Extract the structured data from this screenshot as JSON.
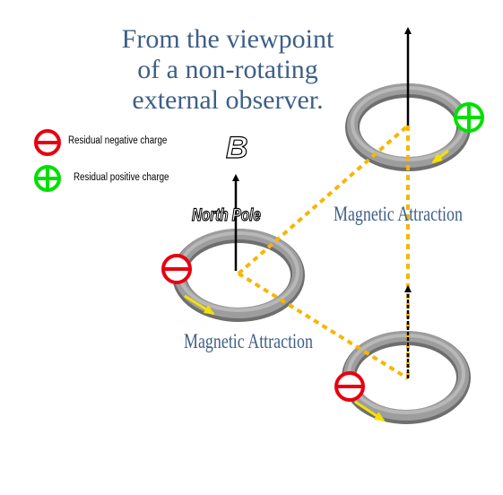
{
  "title": [
    "From the viewpoint",
    "of a non-rotating",
    "external observer."
  ],
  "legend": {
    "negative": "Residual negative charge",
    "positive": "Residual positive charge"
  },
  "labels": {
    "field": "B",
    "north_pole": "North Pole",
    "attraction_upper": "Magnetic Attraction",
    "attraction_lower": "Magnetic Attraction"
  },
  "colors": {
    "title": "#3d5f86",
    "negative": "#e8000f",
    "positive": "#00e000",
    "dash": "#f7b600",
    "motion_arrow": "#f4e000",
    "ring": "#8e8e8e"
  }
}
